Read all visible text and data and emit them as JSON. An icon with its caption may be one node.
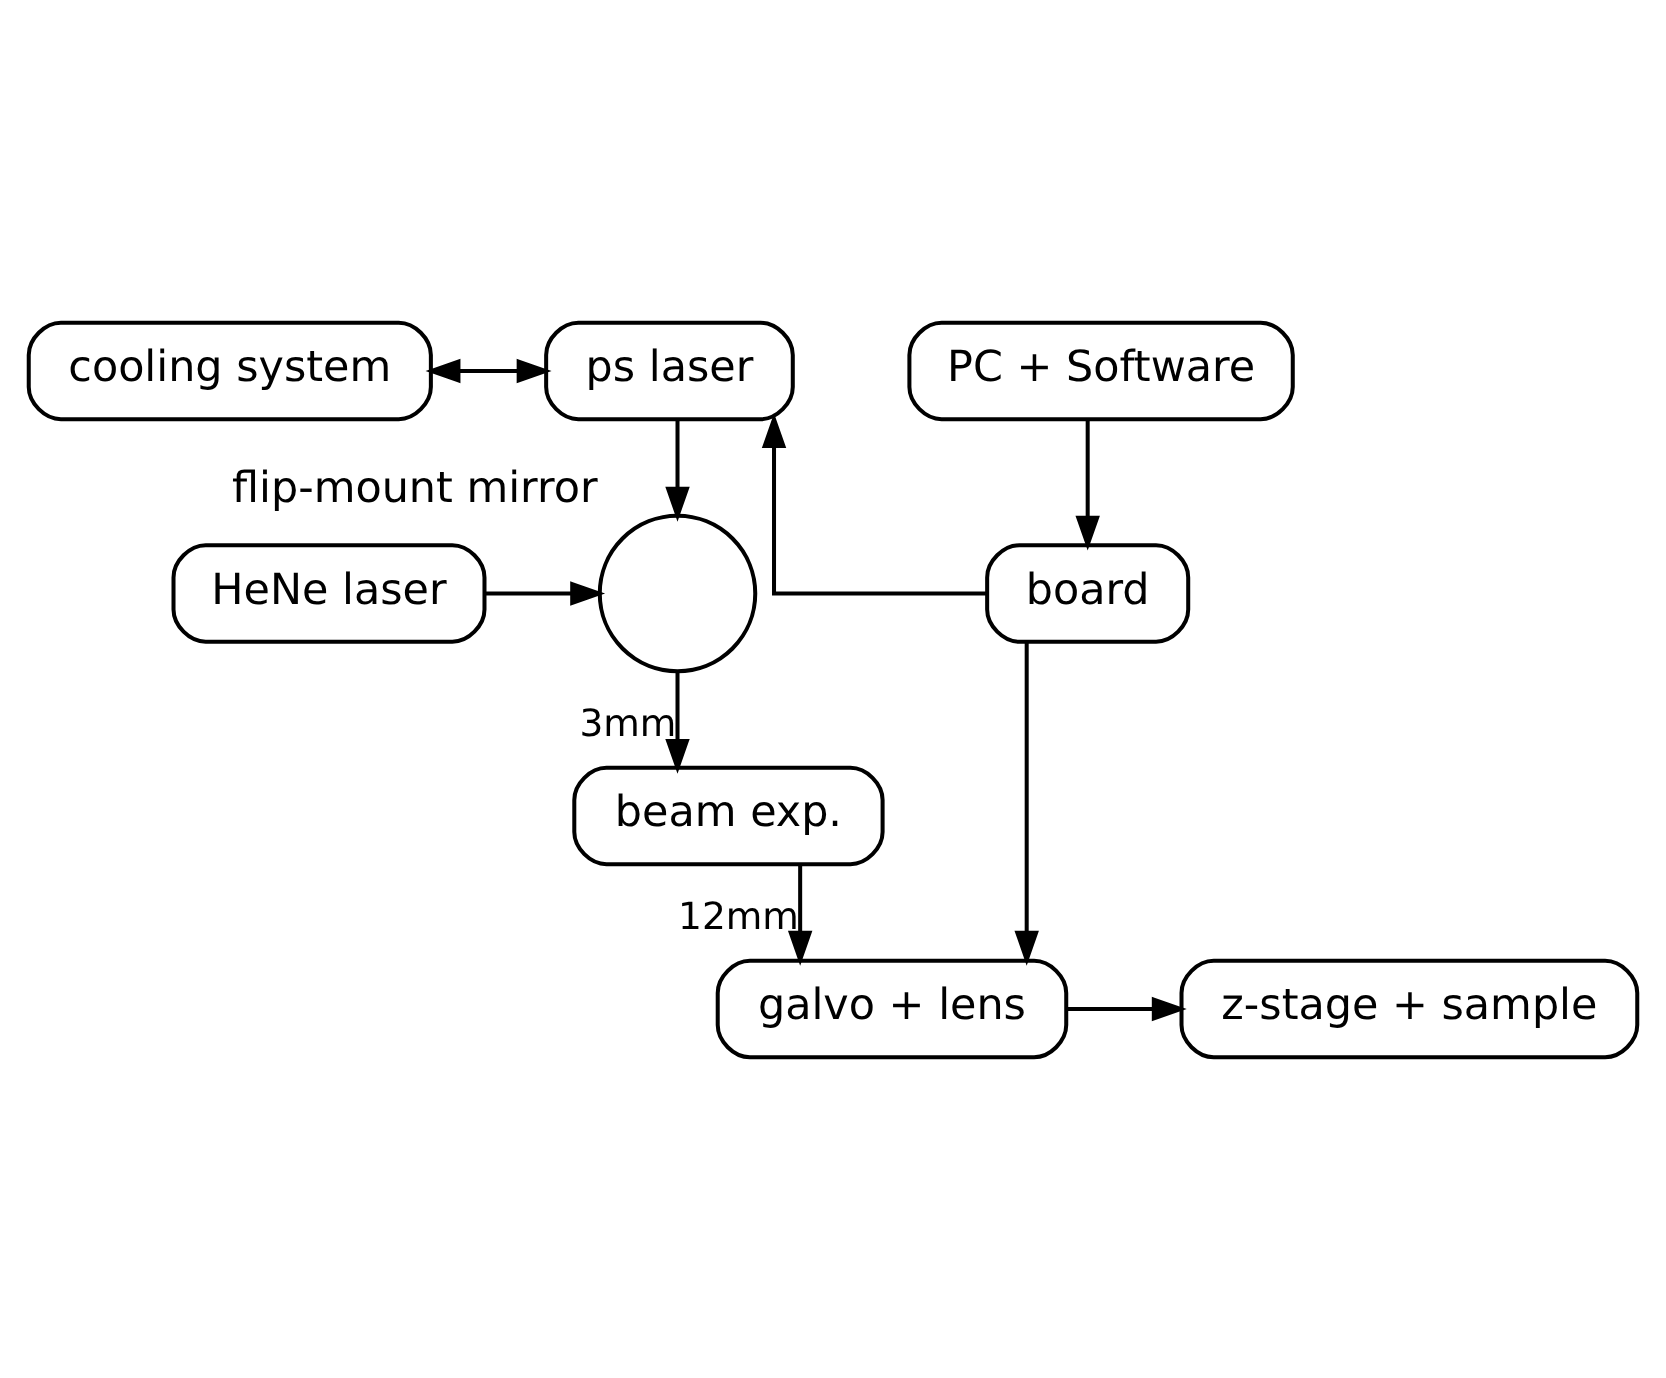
{
  "diagram": {
    "nodes": [
      {
        "text": [
          "cooling system"
        ]
      },
      {
        "text": [
          "ps laser"
        ]
      },
      {
        "text": [
          "PC + Software"
        ]
      },
      {
        "text": [
          "HeNe laser"
        ]
      },
      {
        "text": [],
        "shape": "circle",
        "beside": [
          "flip-mount mirror"
        ]
      },
      {
        "text": [
          "board"
        ]
      },
      {
        "text": [
          "beam exp."
        ]
      },
      {
        "text": [
          "z-stage + sample"
        ]
      },
      {
        "text": [
          "galvo + lens"
        ]
      }
    ],
    "edges": [
      {
        "from": 0,
        "to": 1,
        "arrow": "both"
      },
      {
        "from": 1,
        "to": 4,
        "arrow": "to"
      },
      {
        "from": 3,
        "to": 4,
        "arrow": "to"
      },
      {
        "from": 4,
        "to": 6,
        "arrow": "to",
        "label": "3mm"
      },
      {
        "from": 6,
        "to": 8,
        "arrow": "to",
        "label": "12mm"
      },
      {
        "from": 2,
        "to": 5,
        "arrow": "to"
      },
      {
        "from": 5,
        "to": 1,
        "arrow": "to"
      },
      {
        "from": 5,
        "to": 8,
        "arrow": "to"
      },
      {
        "from": 8,
        "to": 7,
        "arrow": "to"
      }
    ]
  }
}
